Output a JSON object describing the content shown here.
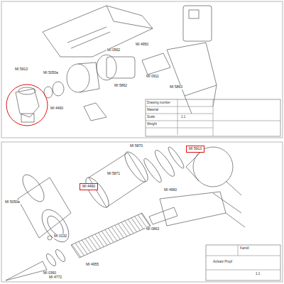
{
  "diagram": {
    "nodes": [
      {
        "text": [
          "MI 5913"
        ]
      },
      {
        "text": [
          "MI 4490"
        ]
      }
    ],
    "edges": [],
    "labels": [
      "MI 5050a",
      "MI 4490",
      "MI 0562",
      "MI 5862",
      "MI 5913",
      "MI 0911",
      "MI 4950",
      "MI 5863",
      "MI 5870",
      "MI 5871",
      "MI 0132",
      "MI 4955",
      "MI 0360",
      "MI 4772",
      "MI 4960",
      "MI 0863",
      "MI 5050a",
      "Drawing number",
      "Material",
      "Scale",
      "1:1",
      "Weight",
      "Kaindl",
      "Aufsatz Propf",
      "1:1"
    ]
  }
}
